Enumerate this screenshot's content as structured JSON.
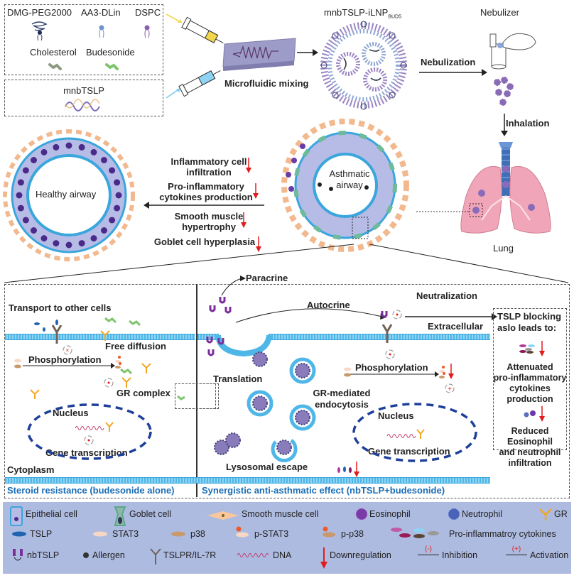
{
  "top": {
    "components_box": {
      "items": [
        "DMG-PEG2000",
        "AA3-DLin",
        "DSPC",
        "Cholesterol",
        "Budesonide"
      ]
    },
    "payload_box": {
      "label": "mnbTSLP"
    },
    "mixing_label": "Microfluidic mixing",
    "nanoparticle_label": "mnbTSLP-iLNP",
    "nanoparticle_subscript": "BUD5",
    "nebulizer_label": "Nebulizer",
    "nebulization_label": "Nebulization",
    "inhalation_label": "Inhalation",
    "lung_label": "Lung"
  },
  "middle": {
    "healthy_airway_label": "Healthy airway",
    "asthmatic_airway_label": [
      "Asthmatic",
      "airway"
    ],
    "effects": [
      {
        "lines": [
          "Inflammatory cell",
          "infiltration"
        ],
        "direction": "down"
      },
      {
        "lines": [
          "Pro-inflammatory",
          "cytokines production"
        ],
        "direction": "down"
      },
      {
        "lines": [
          "Smooth muscle",
          "hypertrophy"
        ],
        "direction": "down"
      },
      {
        "lines": [
          "Goblet cell hyperplasia"
        ],
        "direction": "down"
      }
    ]
  },
  "left_panel": {
    "title": "Steroid resistance (budesonide alone)",
    "labels": {
      "transport": "Transport to other cells",
      "free_diffusion": "Free diffusion",
      "phosphorylation": "Phosphorylation",
      "gr_complex": "GR complex",
      "nucleus": "Nucleus",
      "gene_transcription": "Gene transcription",
      "cytoplasm": "Cytoplasm"
    },
    "inhibition_symbol": "(-)"
  },
  "right_panel": {
    "title": "Synergistic anti-asthmatic effect (nbTSLP+budesonide)",
    "labels": {
      "paracrine": "Paracrine",
      "autocrine": "Autocrine",
      "neutralization": "Neutralization",
      "extracellular": "Extracellular",
      "translation": "Translation",
      "phosphorylation": "Phosphorylation",
      "gr_endocytosis": [
        "GR-mediated",
        "endocytosis"
      ],
      "nucleus": "Nucleus",
      "gene_transcription": "Gene transcription",
      "lysosomal_escape": "Lysosomal escape"
    },
    "inhibition_symbol": "(-)",
    "activation_symbol": "(+)"
  },
  "tslp_box": {
    "title": [
      "TSLP blocking",
      "aslo leads to:"
    ],
    "outcomes": [
      {
        "lines": [
          "Attenuated",
          "pro-inflammatory",
          "cytokines",
          "production"
        ],
        "direction": "down"
      },
      {
        "lines": [
          "Reduced",
          "Eosinophil",
          "and neutrophil",
          "infiltration"
        ],
        "direction": "down"
      }
    ]
  },
  "legend": {
    "rows": [
      [
        {
          "icon": "epithelial-cell-icon",
          "label": "Epithelial cell"
        },
        {
          "icon": "goblet-cell-icon",
          "label": "Goblet cell"
        },
        {
          "icon": "smooth-muscle-cell-icon",
          "label": "Smooth muscle cell"
        },
        {
          "icon": "eosinophil-icon",
          "label": "Eosinophil"
        },
        {
          "icon": "neutrophil-icon",
          "label": "Neutrophil"
        },
        {
          "icon": "gr-icon",
          "label": "GR"
        }
      ],
      [
        {
          "icon": "tslp-icon",
          "label": "TSLP"
        },
        {
          "icon": "stat3-icon",
          "label": "STAT3"
        },
        {
          "icon": "p38-icon",
          "label": "p38"
        },
        {
          "icon": "p-stat3-icon",
          "label": "p-STAT3"
        },
        {
          "icon": "p-p38-icon",
          "label": "p-p38"
        },
        {
          "icon": "cytokines-icon",
          "label": "Pro-inflammatroy cytokines"
        }
      ],
      [
        {
          "icon": "nbtslp-icon",
          "label": "nbTSLP"
        },
        {
          "icon": "allergen-icon",
          "label": "Allergen"
        },
        {
          "icon": "tslpr-icon",
          "label": "TSLPR/IL-7R"
        },
        {
          "icon": "dna-icon",
          "label": "DNA"
        },
        {
          "icon": "down-arrow-icon",
          "label": "Downregulation"
        },
        {
          "icon": "inhibition-icon",
          "label": "Inhibition",
          "symbol": "(-)"
        },
        {
          "icon": "activation-icon",
          "label": "Activation",
          "symbol": "(+)"
        }
      ]
    ]
  },
  "colors": {
    "membrane": "#4fb7e8",
    "nucleus_dash": "#1e3f9a",
    "title_blue": "#1a6db5",
    "down_red": "#e31b1b",
    "legend_bg": "#aebbe0",
    "nbtslp_purple": "#7a2f9c",
    "gr_orange": "#f5a623",
    "budesonide_green": "#7cc46a",
    "tslp_blue": "#1e64b0",
    "lung_pink": "#f0a6b8"
  }
}
